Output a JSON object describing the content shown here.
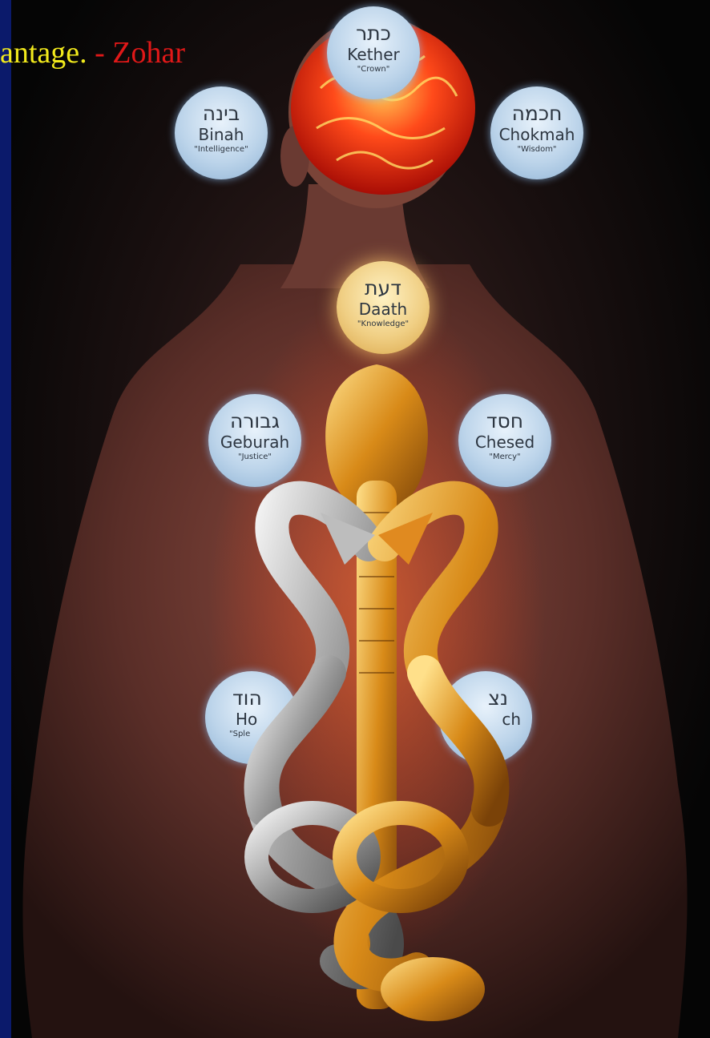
{
  "caption": {
    "part_a": "antage.",
    "part_b": " - Zohar",
    "color_a": "#f2ea1c",
    "color_b": "#e01818"
  },
  "sefirot": {
    "kether": {
      "hebrew": "כתר",
      "name": "Kether",
      "title": "\"Crown\""
    },
    "binah": {
      "hebrew": "בינה",
      "name": "Binah",
      "title": "\"Intelligence\""
    },
    "chokmah": {
      "hebrew": "חכמה",
      "name": "Chokmah",
      "title": "\"Wisdom\""
    },
    "daath": {
      "hebrew": "דעת",
      "name": "Daath",
      "title": "\"Knowledge\""
    },
    "geburah": {
      "hebrew": "גבורה",
      "name": "Geburah",
      "title": "\"Justice\""
    },
    "chesed": {
      "hebrew": "חסד",
      "name": "Chesed",
      "title": "\"Mercy\""
    },
    "hod": {
      "hebrew": "הוד",
      "name": "Ho",
      "title": "\"Sple"
    },
    "netzach": {
      "hebrew": "נצ",
      "name": "ch",
      "title": ""
    }
  }
}
